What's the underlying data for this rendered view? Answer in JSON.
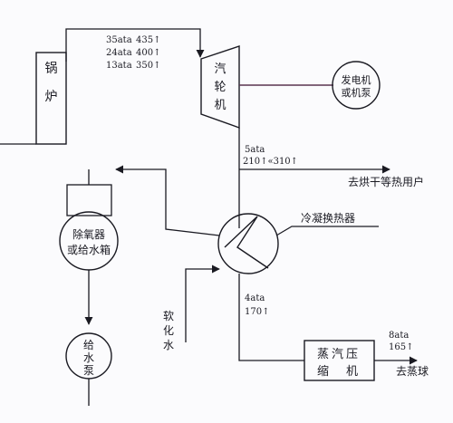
{
  "boiler": {
    "label_1": "锅",
    "label_2": "炉",
    "outputs": [
      {
        "pressure": "35ata",
        "temperature": "435↑"
      },
      {
        "pressure": "24ata",
        "temperature": "400↑"
      },
      {
        "pressure": "13ata",
        "temperature": "350↑"
      }
    ]
  },
  "turbine": {
    "label_1": "汽",
    "label_2": "轮",
    "label_3": "机"
  },
  "generator": {
    "label_1": "发电机",
    "label_2": "或机泵"
  },
  "exhaust": {
    "pressure": "5ata",
    "temperature": "210↑«310↑"
  },
  "drying_users": {
    "label": "去烘干等热用户"
  },
  "condenser": {
    "label": "冷凝换热器"
  },
  "deaerator": {
    "label_1": "除氧器",
    "label_2": "或给水箱"
  },
  "feed_pump": {
    "label_1": "给",
    "label_2": "水",
    "label_3": "泵"
  },
  "soft_water": {
    "label_1": "软",
    "label_2": "化",
    "label_3": "水"
  },
  "condenser_out": {
    "pressure": "4ata",
    "temperature": "170↑"
  },
  "compressor": {
    "label_1": "蒸汽压",
    "label_2": "缩　机"
  },
  "compressor_out": {
    "pressure": "8ata",
    "temperature": "165↑"
  },
  "to_evaporator": {
    "label": "去蒸球"
  },
  "colors": {
    "line": "#1a1a22",
    "generator_link": "#5a3550",
    "paper": "#fbfbfd"
  }
}
